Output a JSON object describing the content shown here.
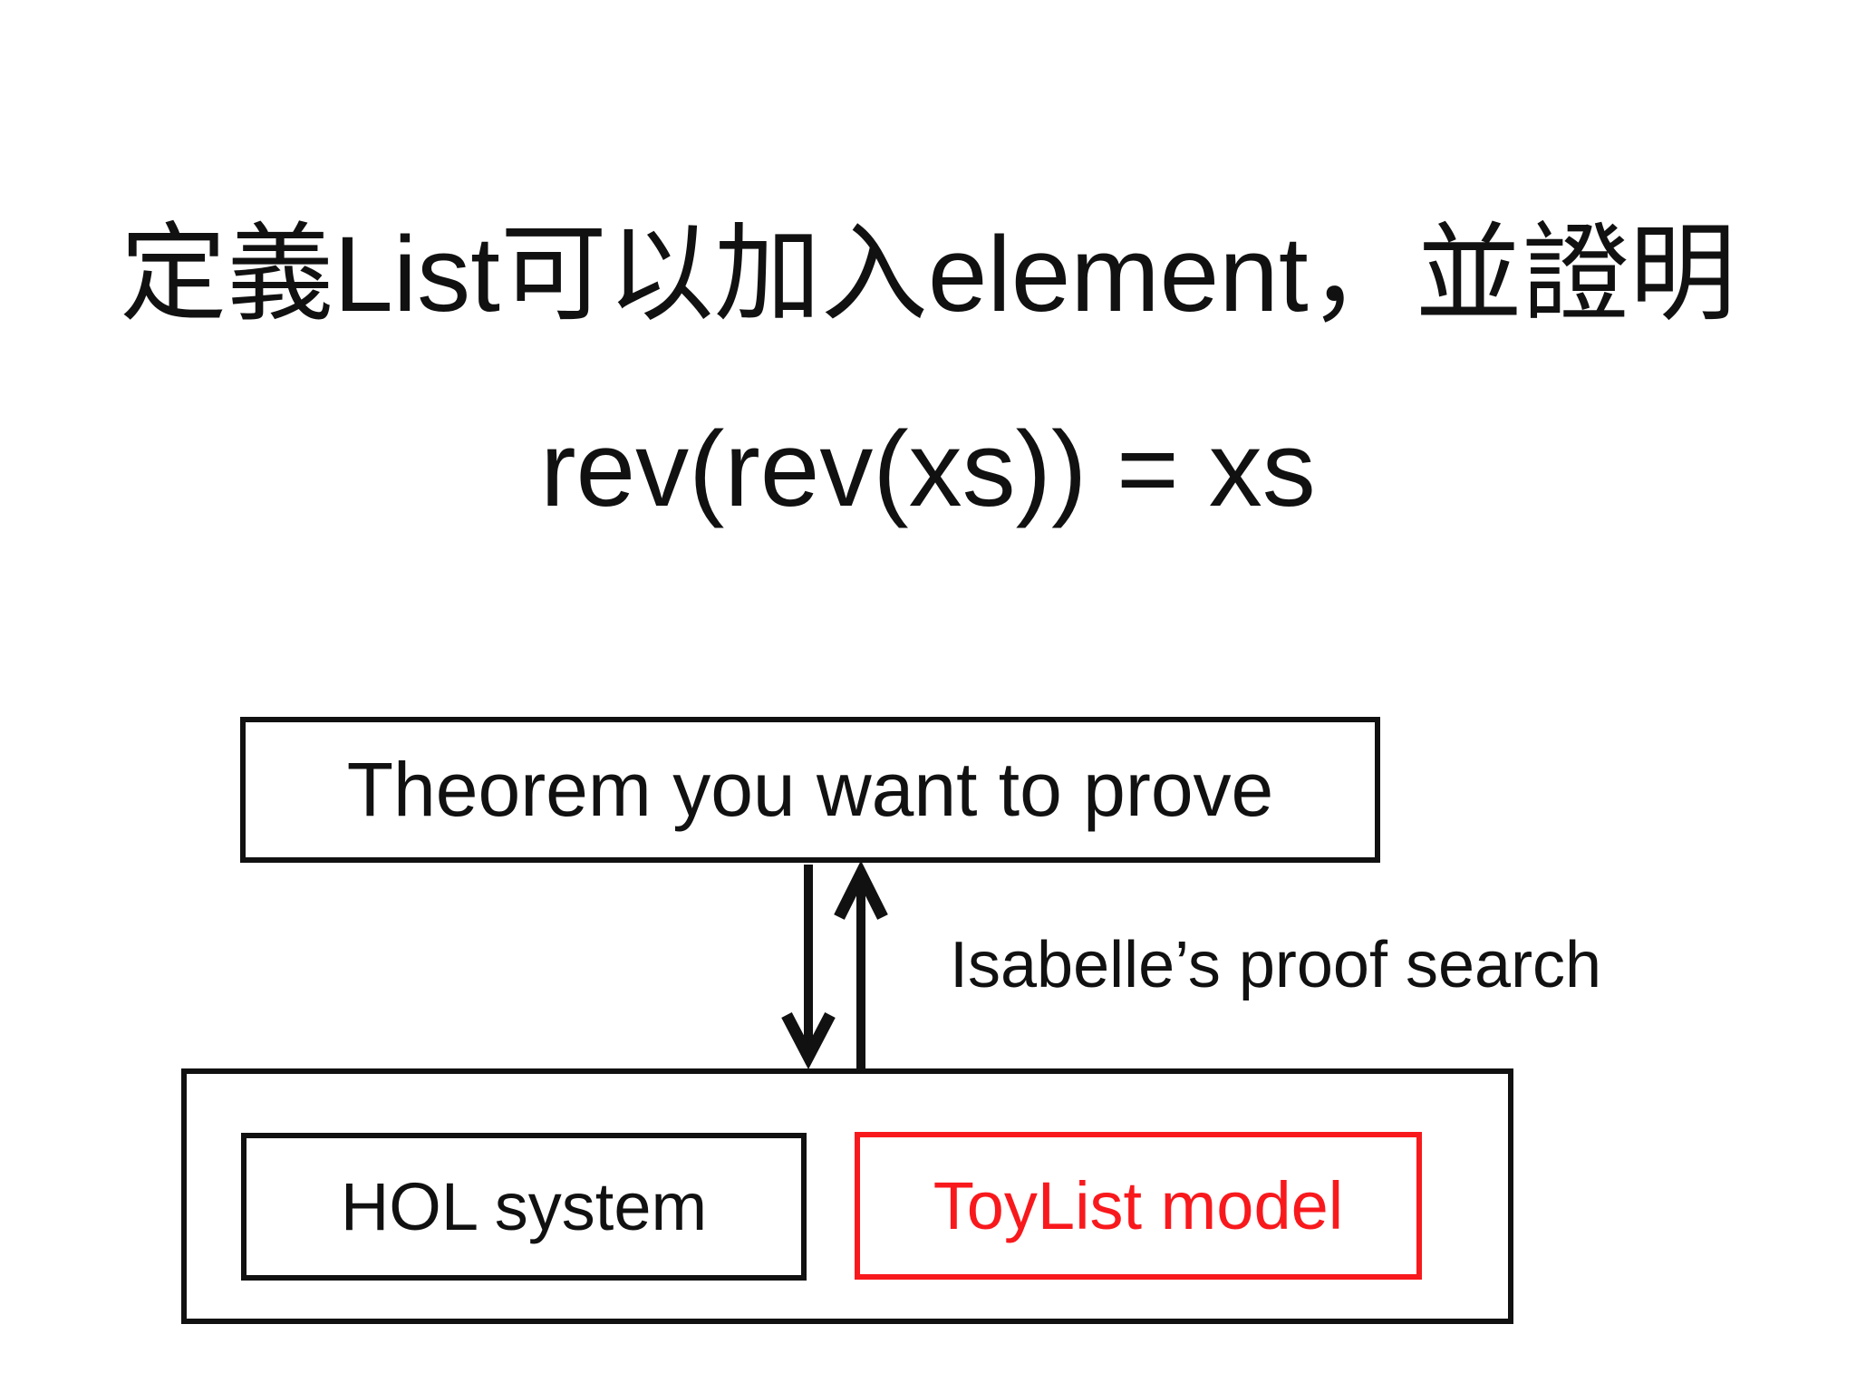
{
  "title": {
    "line1": "定義List可以加入element，並證明",
    "line2": "rev(rev(xs)) = xs"
  },
  "diagram": {
    "theorem_box_label": "Theorem you want to prove",
    "arrow_label": "Isabelle’s proof search",
    "hol_box_label": "HOL system",
    "toylist_box_label": "ToyList model"
  },
  "icons": {
    "down_arrow": "↓",
    "up_arrow": "↑"
  },
  "colors": {
    "background": "#ffffff",
    "ink": "#111111",
    "accent_red": "#f8191d"
  }
}
